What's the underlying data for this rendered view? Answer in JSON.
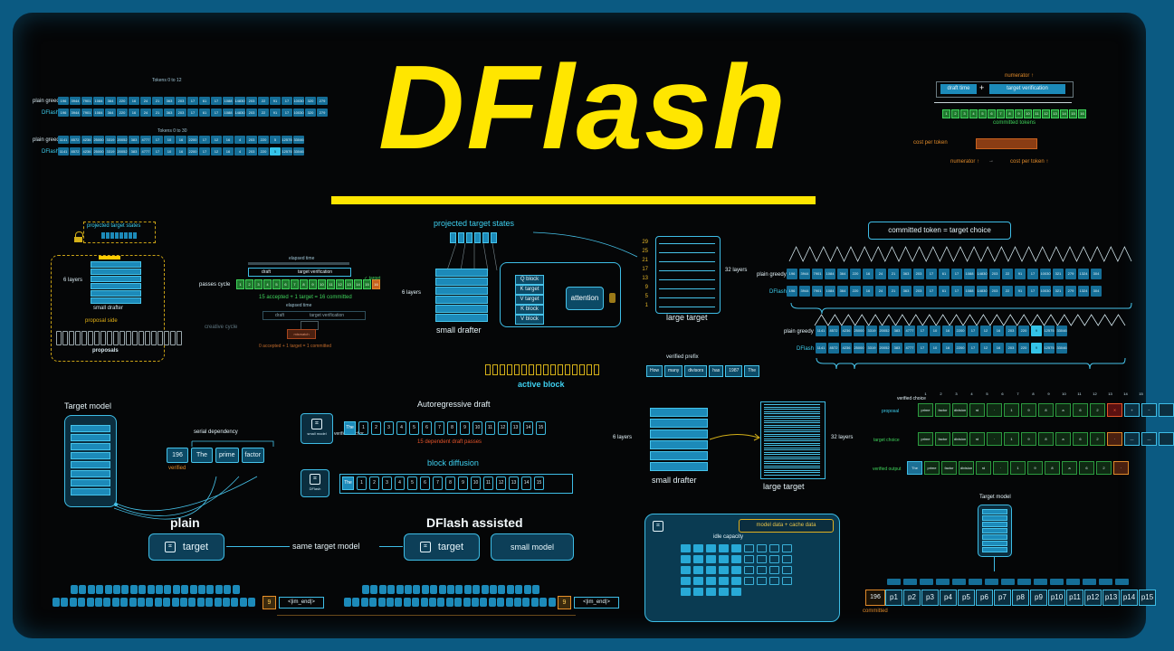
{
  "title": "DFlash",
  "colors": {
    "yellow": "#ffe600",
    "cyan": "#3ed0f0",
    "block": "#156e97",
    "red": "#e5542a",
    "green": "#3fd45b"
  },
  "top_left": {
    "caption1": "Tokens 0 to 12",
    "caption2": "Tokens 0 to 30",
    "row_a_label": "plain greedy",
    "row_b_label": "DFlash",
    "tokens": [
      "196",
      "3944",
      "7901",
      "1084",
      "364",
      "220",
      "16",
      "24",
      "21",
      "363",
      "203",
      "17",
      "61",
      "17",
      "1088",
      "14830",
      "203",
      "22",
      "91",
      "17",
      "10030",
      "320",
      "279"
    ],
    "tokens2": [
      "1141",
      "8572",
      "4236",
      "25000",
      "3319",
      "20052",
      "383",
      "4777",
      "17",
      "10",
      "16",
      "2200",
      "17",
      "12",
      "16",
      "4",
      "203",
      "220",
      "5",
      "12575",
      "33046"
    ]
  },
  "top_right": {
    "numerator": "numerator ↑",
    "draft_time": "draft time",
    "plus": "+",
    "target_verification": "target verification",
    "committed_tokens": "committed tokens",
    "committed_numbers": [
      "1",
      "2",
      "3",
      "4",
      "5",
      "6",
      "7",
      "8",
      "9",
      "10",
      "11",
      "12",
      "13",
      "14",
      "15",
      "16"
    ],
    "cost_per_token": "cost per token",
    "arrow_caption": "numerator ↑",
    "arrow_result": "cost per token ↑"
  },
  "proposal": {
    "header": "projected target states",
    "layers": "6 layers",
    "drafter": "small drafter",
    "side": "proposal side",
    "proposals": "proposals"
  },
  "cycles": {
    "elapsed_top": "elapsed time",
    "draft": "draft",
    "target_verification": "target verification",
    "passes_cycle": "passes cycle",
    "passes_result": "15 accepted + 1 target = 16 committed",
    "elapsed_mid": "elapsed time",
    "creative_cycle": "creative cycle",
    "draft2": "draft",
    "target_verification2": "target verification",
    "reject_label": "mismatch",
    "creative_result": "0 accepted + 1 target = 1 committed",
    "cells": [
      "1",
      "2",
      "3",
      "4",
      "5",
      "6",
      "7",
      "8",
      "9",
      "10",
      "11",
      "12",
      "13",
      "14",
      "15",
      "16"
    ]
  },
  "middle": {
    "header": "projected target states",
    "layers": "6 layers",
    "drafter": "small drafter",
    "blocks": [
      "Q block",
      "K target",
      "V target",
      "K block",
      "V block"
    ],
    "attention": "attention",
    "layer_ticks": [
      "29",
      "25",
      "21",
      "17",
      "13",
      "9",
      "5",
      "1"
    ],
    "target_layers": "32 layers",
    "large_target": "large target",
    "verified_prefix": "verified prefix",
    "prefix_tokens": [
      "How",
      "many",
      "divisors",
      "has",
      "1987",
      "The"
    ],
    "active_block": "active block"
  },
  "right": {
    "badge": "committed token = target choice",
    "row_a": "plain greedy",
    "row_b": "DFlash",
    "tokens_top": [
      "196",
      "3944",
      "7901",
      "1084",
      "364",
      "220",
      "16",
      "24",
      "21",
      "363",
      "203",
      "17",
      "61",
      "17",
      "1088",
      "14830",
      "203",
      "22",
      "91",
      "17",
      "10030",
      "321",
      "279",
      "1324",
      "304"
    ],
    "tokens_bottom": [
      "1141",
      "8572",
      "4236",
      "25000",
      "3319",
      "20052",
      "383",
      "4777",
      "17",
      "10",
      "16",
      "2200",
      "17",
      "12",
      "16",
      "203",
      "220",
      "9",
      "12575",
      "33046"
    ]
  },
  "target_model": {
    "title": "Target model",
    "serial": "serial dependency",
    "tokens": [
      "196",
      "The",
      "prime",
      "factor"
    ],
    "verified": "verified"
  },
  "draft_modes": {
    "ar_title": "Autoregressive draft",
    "small_model": "small model",
    "verified_anchor": "verified anchor",
    "ar_anchor": "The",
    "ar_result": "15 dependent draft passes",
    "bd_title": "block diffusion",
    "bd_model": "DFlash",
    "bd_anchor": "The",
    "cells": [
      "1",
      "2",
      "3",
      "4",
      "5",
      "6",
      "7",
      "8",
      "9",
      "10",
      "11",
      "12",
      "13",
      "14",
      "15"
    ]
  },
  "compare": {
    "layers_left": "6 layers",
    "drafter": "small drafter",
    "large_target": "large target",
    "layers_right": "32 layers"
  },
  "verify_grid": {
    "verified_choice": "verified choice",
    "columns": [
      "1",
      "2",
      "3",
      "4",
      "5",
      "6",
      "7",
      "8",
      "9",
      "10",
      "11",
      "12",
      "13",
      "14",
      "15"
    ],
    "row_labels": [
      "proposal",
      "target choice",
      "verified output"
    ],
    "proposal_tokens": [
      "prime",
      "factor",
      "division",
      "rd",
      "·",
      "1",
      "9",
      "8",
      "a",
      "6",
      "2",
      "✕",
      "+",
      "−",
      ""
    ],
    "target_tokens": [
      "prime",
      "factor",
      "division",
      "rd",
      "·",
      "1",
      "9",
      "8",
      "a",
      "6",
      "2",
      "·",
      "—",
      "—",
      ""
    ],
    "output_tokens": [
      "The",
      "prime",
      "factor",
      "division",
      "rd",
      "·",
      "1",
      "9",
      "8",
      "a",
      "6",
      "2",
      "·"
    ]
  },
  "bottom": {
    "plain": "plain",
    "dflash_assisted": "DFlash assisted",
    "target": "target",
    "same_target_model": "same target model",
    "target2": "target",
    "small_model": "small model",
    "end_token": "<|im_end|>",
    "end_token2": "<|im_end|>",
    "hl_token": "9",
    "hl_token2": "9"
  },
  "capacity": {
    "badge": "model data + cache data",
    "idle": "idle capacity"
  },
  "right_bottom": {
    "title": "Target model",
    "committed": "committed",
    "first": "196",
    "positions": [
      "p1",
      "p2",
      "p3",
      "p4",
      "p5",
      "p6",
      "p7",
      "p8",
      "p9",
      "p10",
      "p11",
      "p12",
      "p13",
      "p14",
      "p15"
    ]
  }
}
